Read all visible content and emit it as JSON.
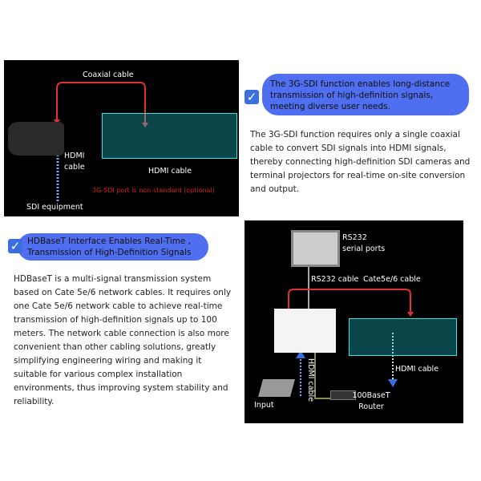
{
  "sdi_diagram": {
    "coaxial": "Coaxial cable",
    "hdmi_cable_vertical": "HDMI cable",
    "hdmi_cable": "HDMI cable",
    "note": "3G-SDI port is non-standard (optional)",
    "sdi_equipment": "SDI equipment"
  },
  "sdi_section": {
    "heading": "The 3G-SDI function enables long-distance transmission of high-definition signals, meeting diverse user needs.",
    "body": "The 3G-SDI function requires only a single coaxial cable to convert SDI signals into HDMI signals, thereby connecting high-definition SDI cameras and terminal projectors for real-time on-site conversion and output."
  },
  "hdbaset_section": {
    "heading": "HDBaseT Interface Enables Real-Time , Transmission of High-Definition Signals",
    "body": "HDBaseT is a multi-signal transmission system based on Cate 5e/6 network cables. It requires only one Cate 5e/6 network cable to achieve real-time transmission of high-definition signals up to 100 meters. The network cable connection is also more convenient than other cabling solutions, greatly simplifying engineering wiring and making it suitable for various complex installation environments, thus improving system stability and reliability."
  },
  "hdbaset_diagram": {
    "rs232_ports": "RS232 serial ports",
    "rs232_cable": "RS232 cable",
    "cat_cable": "Cate5e/6 cable",
    "hdmi_cable": "HDMI cable",
    "hdmi_cable_vertical": "HDMI cable",
    "input": "Input",
    "router": "100BaseT Router"
  },
  "colors": {
    "accent": "#4f6ef0",
    "cable": "#e03030",
    "note": "#d02020"
  }
}
